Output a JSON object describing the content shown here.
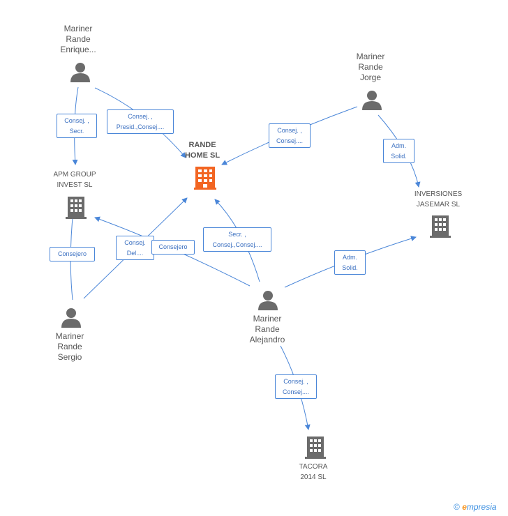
{
  "nodes": {
    "person_enrique": "Mariner\nRande\nEnrique...",
    "person_jorge": "Mariner\nRande\nJorge",
    "person_sergio": "Mariner\nRande\nSergio",
    "person_alejandro": "Mariner\nRande\nAlejandro",
    "company_rande_home": "RANDE\nHOME SL",
    "company_apm": "APM GROUP\nINVEST SL",
    "company_jasemar": "INVERSIONES\nJASEMAR  SL",
    "company_tacora": "TACORA\n2014  SL"
  },
  "edges": {
    "enrique_apm": "Consej. ,\nSecr.",
    "enrique_rande": "Consej. ,\nPresid.,Consej....",
    "jorge_rande": "Consej. ,\nConsej....",
    "jorge_jasemar": "Adm.\nSolid.",
    "sergio_apm": "Consejero",
    "sergio_rande": "Consej.\nDel....",
    "alejandro_apm": "Consejero",
    "alejandro_rande": "Secr. ,\nConsej.,Consej....",
    "alejandro_jasemar": "Adm.\nSolid.",
    "alejandro_tacora": "Consej. ,\nConsej...."
  },
  "colors": {
    "edge": "#4a86d8",
    "person_icon": "#6b6b6b",
    "company_icon": "#6b6b6b",
    "main_company_icon": "#f26522"
  },
  "footer": {
    "copyright": "©",
    "brand_e": "e",
    "brand_rest": "mpresia"
  }
}
